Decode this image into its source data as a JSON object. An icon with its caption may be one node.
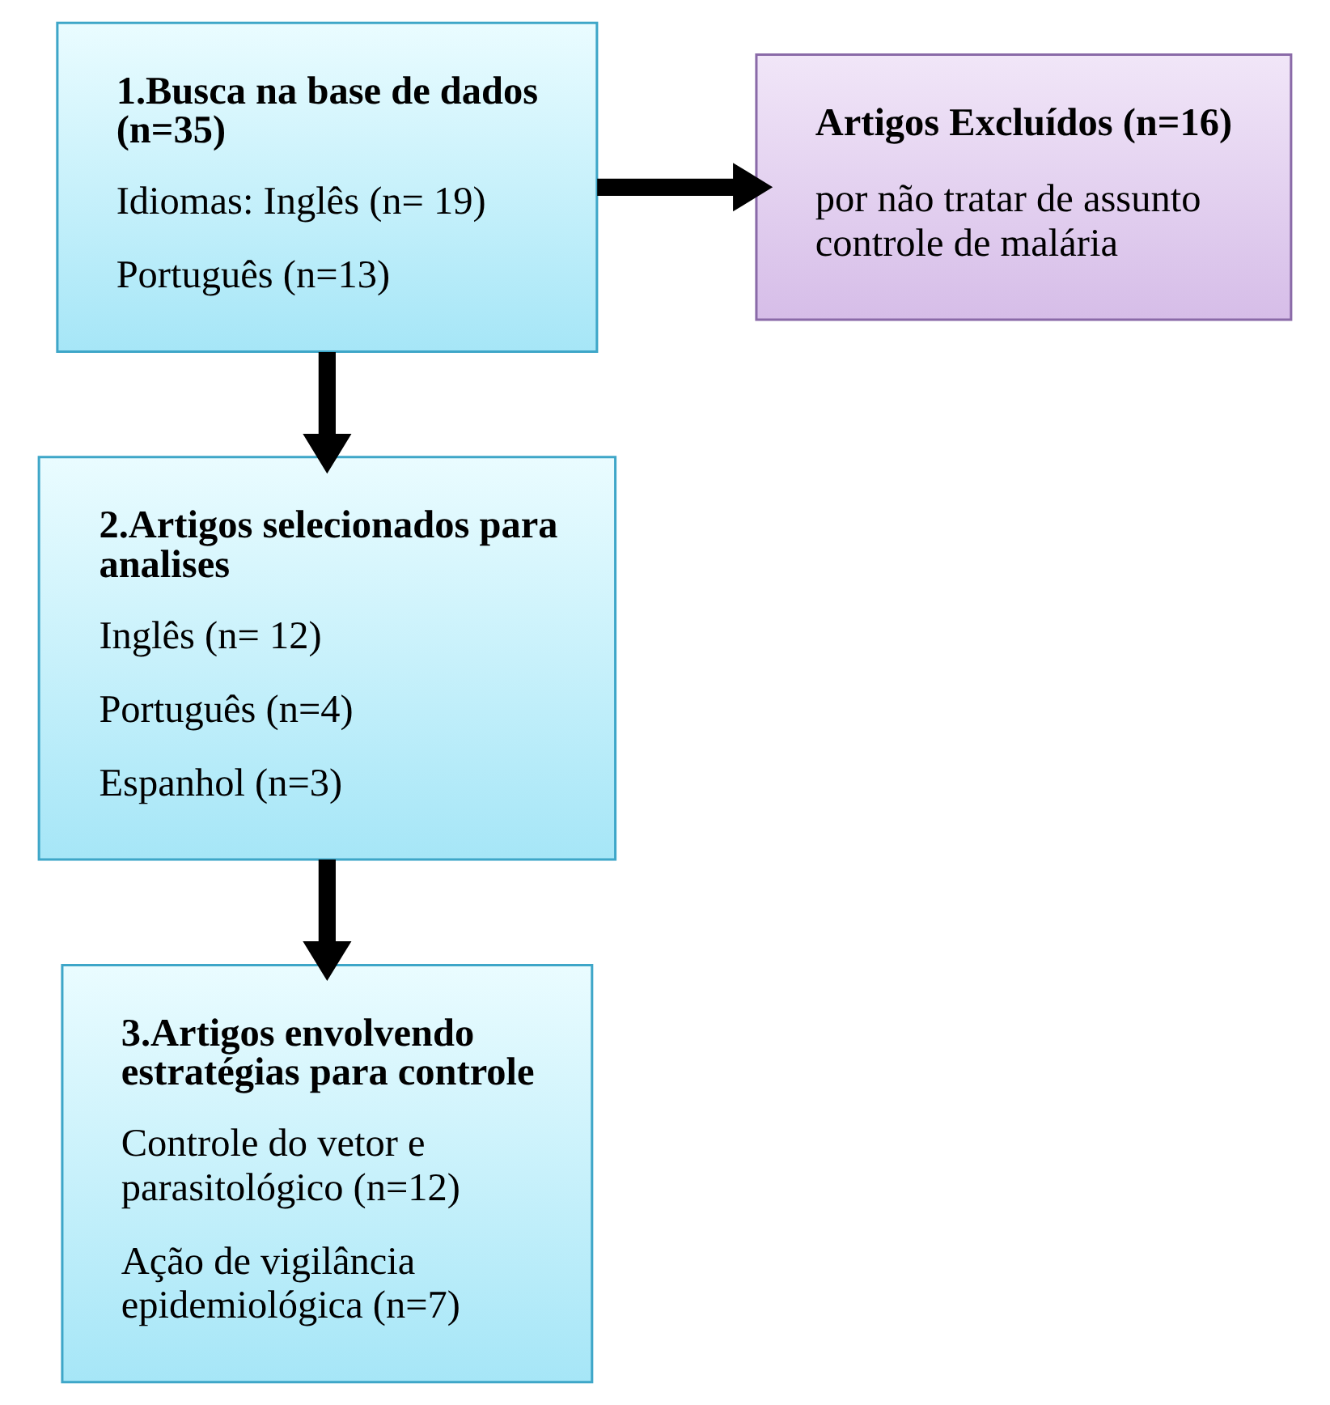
{
  "diagram": {
    "nodes": [
      {
        "text": [
          "1.Busca na base de dados (n=35)",
          "Idiomas: Inglês (n= 19)",
          "Português (n=13)"
        ]
      },
      {
        "text": [
          "Artigos Excluídos (n=16)",
          "por não tratar de assunto controle de malária"
        ]
      },
      {
        "text": [
          "2.Artigos selecionados para analises",
          "Inglês (n= 12)",
          "Português (n=4)",
          "Espanhol (n=3)"
        ]
      },
      {
        "text": [
          "3.Artigos envolvendo estratégias para controle",
          "Controle do vetor e parasitológico (n=12)",
          "Ação de vigilância epidemiológica (n=7)"
        ]
      }
    ],
    "edges": [
      {
        "from": 0,
        "to": 1,
        "arrow": "to"
      },
      {
        "from": 0,
        "to": 2,
        "arrow": "to"
      },
      {
        "from": 2,
        "to": 3,
        "arrow": "to"
      }
    ]
  }
}
